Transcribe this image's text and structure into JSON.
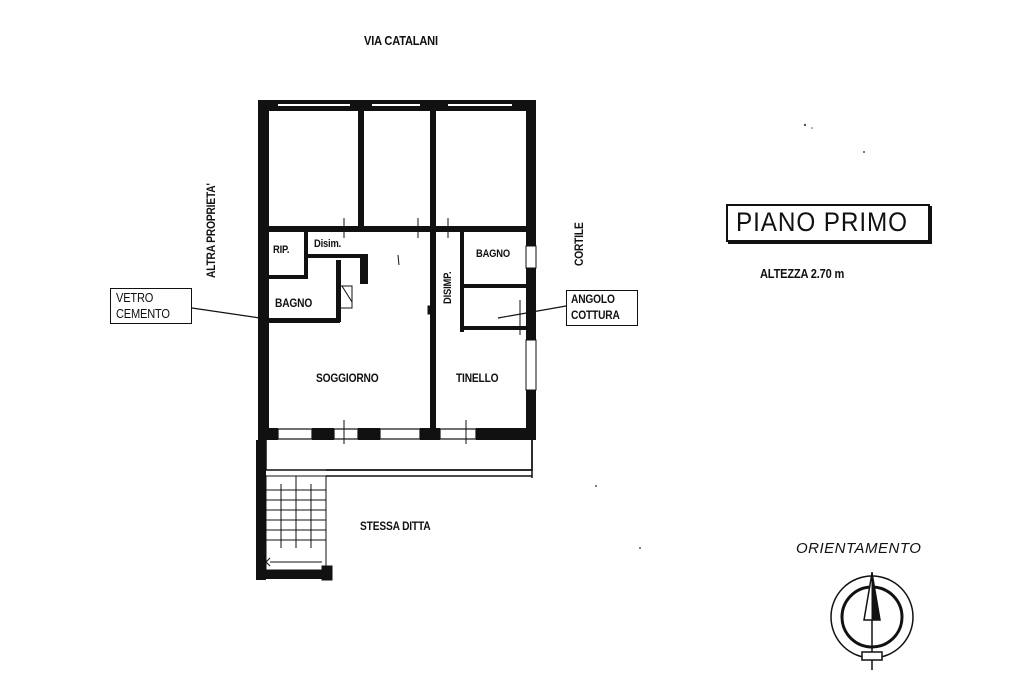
{
  "plan": {
    "street": "VIA CATALANI",
    "left_neighbor": "ALTRA PROPRIETA'",
    "right_side": "CORTILE",
    "bottom_side": "STESSA DITTA",
    "rooms": {
      "rip": "RIP.",
      "disimpegno_top": "Disim.",
      "disimpegno_right": "DISIMP.",
      "bagno_left": "BAGNO",
      "bagno_right": "BAGNO",
      "soggiorno": "SOGGIORNO",
      "tinello": "TINELLO"
    },
    "callouts": {
      "vetro_line1": "VETRO",
      "vetro_line2": "CEMENTO",
      "angolo_line1": "ANGOLO",
      "angolo_line2": "COTTURA"
    }
  },
  "info": {
    "floor_title": "PIANO PRIMO",
    "height": "ALTEZZA 2.70 m",
    "orientation_label": "ORIENTAMENTO"
  }
}
